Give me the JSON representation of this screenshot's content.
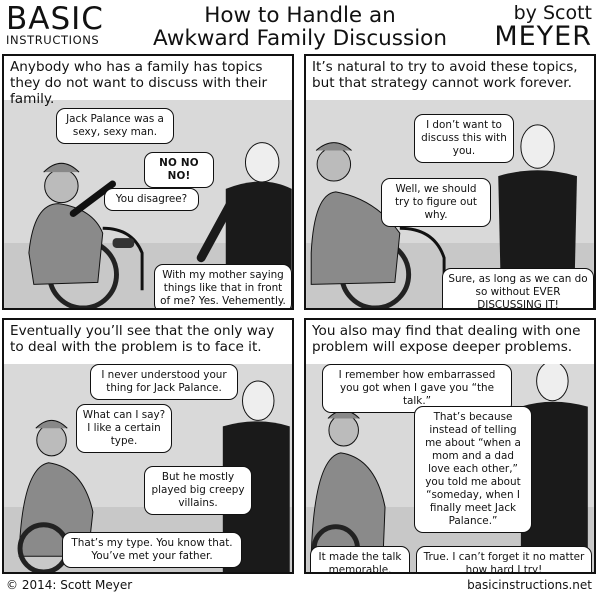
{
  "header": {
    "logo_top": "BASIC",
    "logo_bottom": "INSTRUCTIONS",
    "title_line1": "How to Handle an",
    "title_line2": "Awkward Family Discussion",
    "author_by": "by Scott",
    "author_name": "MEYER"
  },
  "panels": [
    {
      "caption": "Anybody who has a family has topics they do not want to discuss with their family.",
      "bubbles": [
        "Jack Palance was a sexy, sexy man.",
        "NO NO NO!",
        "You disagree?",
        "With my mother saying things like that in front of me? Yes. Vehemently."
      ]
    },
    {
      "caption": "It’s natural to try to avoid these topics, but that strategy cannot work forever.",
      "bubbles": [
        "I don’t want to discuss this with you.",
        "Well, we should try to figure out why.",
        "Sure, as long as we can do so without EVER DISCUSSING IT!"
      ]
    },
    {
      "caption": "Eventually you’ll see that the only way to deal with the problem is to face it.",
      "bubbles": [
        "I never understood your thing for Jack Palance.",
        "What can I say? I like a certain type.",
        "But he mostly played big creepy villains.",
        "That’s my type. You know that. You’ve met your father."
      ]
    },
    {
      "caption": "You also may find that dealing with one problem will expose deeper problems.",
      "bubbles": [
        "I remember how embarrassed you got when I gave you “the talk.”",
        "That’s because instead of telling me about “when a mom and a dad love each other,” you told me about “someday, when I finally meet Jack Palance.”",
        "It made the talk memorable.",
        "True. I can’t forget it no matter how hard I try!"
      ]
    }
  ],
  "footer": {
    "copyright": "© 2014: Scott Meyer",
    "url": "basicinstructions.net"
  }
}
